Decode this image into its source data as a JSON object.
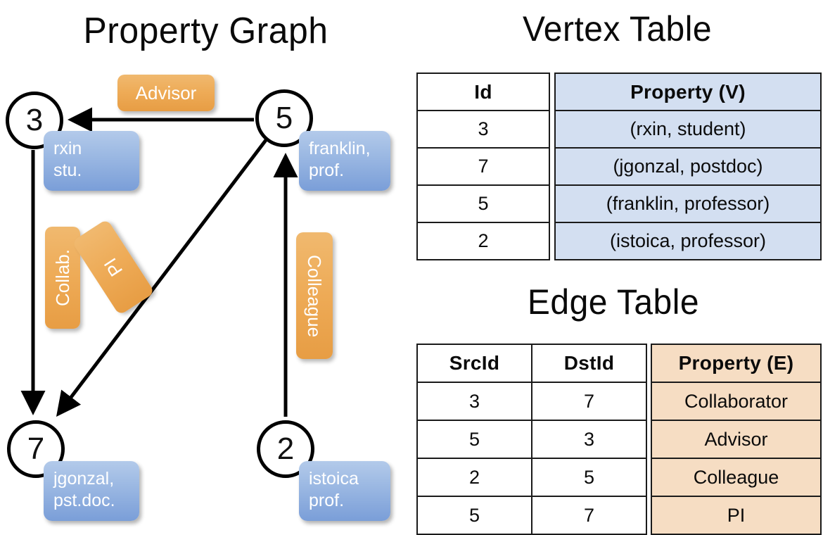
{
  "titles": {
    "property_graph": "Property Graph",
    "vertex_table": "Vertex Table",
    "edge_table": "Edge Table"
  },
  "graph": {
    "nodes": [
      {
        "id": "3",
        "label": "3",
        "property_lines": [
          "rxin",
          "stu."
        ]
      },
      {
        "id": "5",
        "label": "5",
        "property_lines": [
          "franklin,",
          "prof."
        ]
      },
      {
        "id": "7",
        "label": "7",
        "property_lines": [
          "jgonzal,",
          "pst.doc."
        ]
      },
      {
        "id": "2",
        "label": "2",
        "property_lines": [
          "istoica",
          "prof."
        ]
      }
    ],
    "edge_labels": [
      {
        "name": "advisor",
        "text": "Advisor",
        "orientation": "horizontal"
      },
      {
        "name": "collab",
        "text": "Collab.",
        "orientation": "vertical-up"
      },
      {
        "name": "pi",
        "text": "PI",
        "orientation": "rotated"
      },
      {
        "name": "colleague",
        "text": "Colleague",
        "orientation": "vertical-down"
      }
    ],
    "edges": [
      {
        "src": "5",
        "dst": "3",
        "label": "Advisor"
      },
      {
        "src": "3",
        "dst": "7",
        "label": "Collab."
      },
      {
        "src": "5",
        "dst": "7",
        "label": "PI"
      },
      {
        "src": "2",
        "dst": "5",
        "label": "Colleague"
      }
    ]
  },
  "vertex_table": {
    "headers": {
      "id": "Id",
      "property": "Property (V)"
    },
    "rows": [
      {
        "id": "3",
        "property": "(rxin, student)"
      },
      {
        "id": "7",
        "property": "(jgonzal, postdoc)"
      },
      {
        "id": "5",
        "property": "(franklin, professor)"
      },
      {
        "id": "2",
        "property": "(istoica, professor)"
      }
    ]
  },
  "edge_table": {
    "headers": {
      "src": "SrcId",
      "dst": "DstId",
      "property": "Property (E)"
    },
    "rows": [
      {
        "src": "3",
        "dst": "7",
        "property": "Collaborator"
      },
      {
        "src": "5",
        "dst": "3",
        "property": "Advisor"
      },
      {
        "src": "2",
        "dst": "5",
        "property": "Colleague"
      },
      {
        "src": "5",
        "dst": "7",
        "property": "PI"
      }
    ]
  },
  "colors": {
    "vertex_property_fill": "#d3dff1",
    "edge_property_fill": "#f6ddc3",
    "badge_orange": "#eeab57",
    "node_property_blue": "#8fb0e0",
    "stroke": "#000000"
  }
}
